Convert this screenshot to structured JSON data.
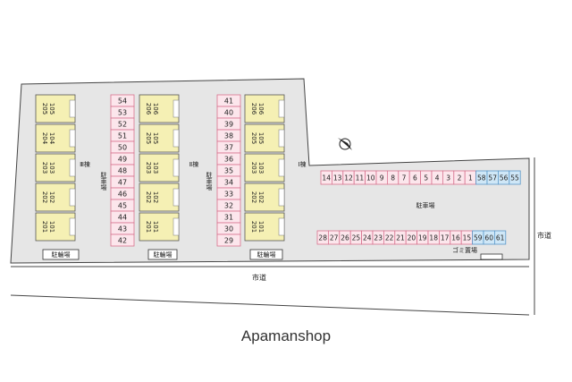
{
  "buildings": {
    "b3": {
      "label": "Ⅲ棟",
      "rooms": [
        [
          "205",
          "105"
        ],
        [
          "204",
          "104"
        ],
        [
          "203",
          "103"
        ],
        [
          "202",
          "102"
        ],
        [
          "201",
          "101"
        ]
      ]
    },
    "b2": {
      "label": "Ⅱ棟",
      "rooms": [
        [
          "206",
          "106"
        ],
        [
          "205",
          "105"
        ],
        [
          "203",
          "103"
        ],
        [
          "202",
          "102"
        ],
        [
          "201",
          "101"
        ]
      ]
    },
    "b1": {
      "label": "Ⅰ棟",
      "rooms": [
        [
          "206",
          "106"
        ],
        [
          "205",
          "105"
        ],
        [
          "203",
          "103"
        ],
        [
          "202",
          "102"
        ],
        [
          "201",
          "101"
        ]
      ]
    }
  },
  "parking": {
    "label": "駐車場",
    "col_a": [
      "54",
      "53",
      "52",
      "51",
      "50",
      "49",
      "48",
      "47",
      "46",
      "45",
      "44",
      "43",
      "42"
    ],
    "col_b": [
      "41",
      "40",
      "39",
      "38",
      "37",
      "36",
      "35",
      "34",
      "33",
      "32",
      "31",
      "30",
      "29"
    ],
    "row_top_pink": [
      "14",
      "13",
      "12",
      "11",
      "10",
      "9",
      "8",
      "7",
      "6",
      "5",
      "4",
      "3",
      "2",
      "1"
    ],
    "row_top_blue": [
      "58",
      "57",
      "56",
      "55"
    ],
    "row_bottom_pink": [
      "28",
      "27",
      "26",
      "25",
      "24",
      "23",
      "22",
      "21",
      "20",
      "19",
      "18",
      "17",
      "16",
      "15"
    ],
    "row_bottom_blue": [
      "59",
      "60",
      "61"
    ]
  },
  "bike_parking_label": "駐輪場",
  "garbage_label": "ゴミ置場",
  "road_label": "市道",
  "road_right_label": "市道",
  "watermark": "Apamanshop",
  "colors": {
    "building": "#f5f0b4",
    "parking_pink": "#fce6ec",
    "parking_pink_border": "#d7738f",
    "parking_blue": "#cfe7f7",
    "parking_blue_border": "#5a98c9",
    "site": "#e6e6e6"
  }
}
